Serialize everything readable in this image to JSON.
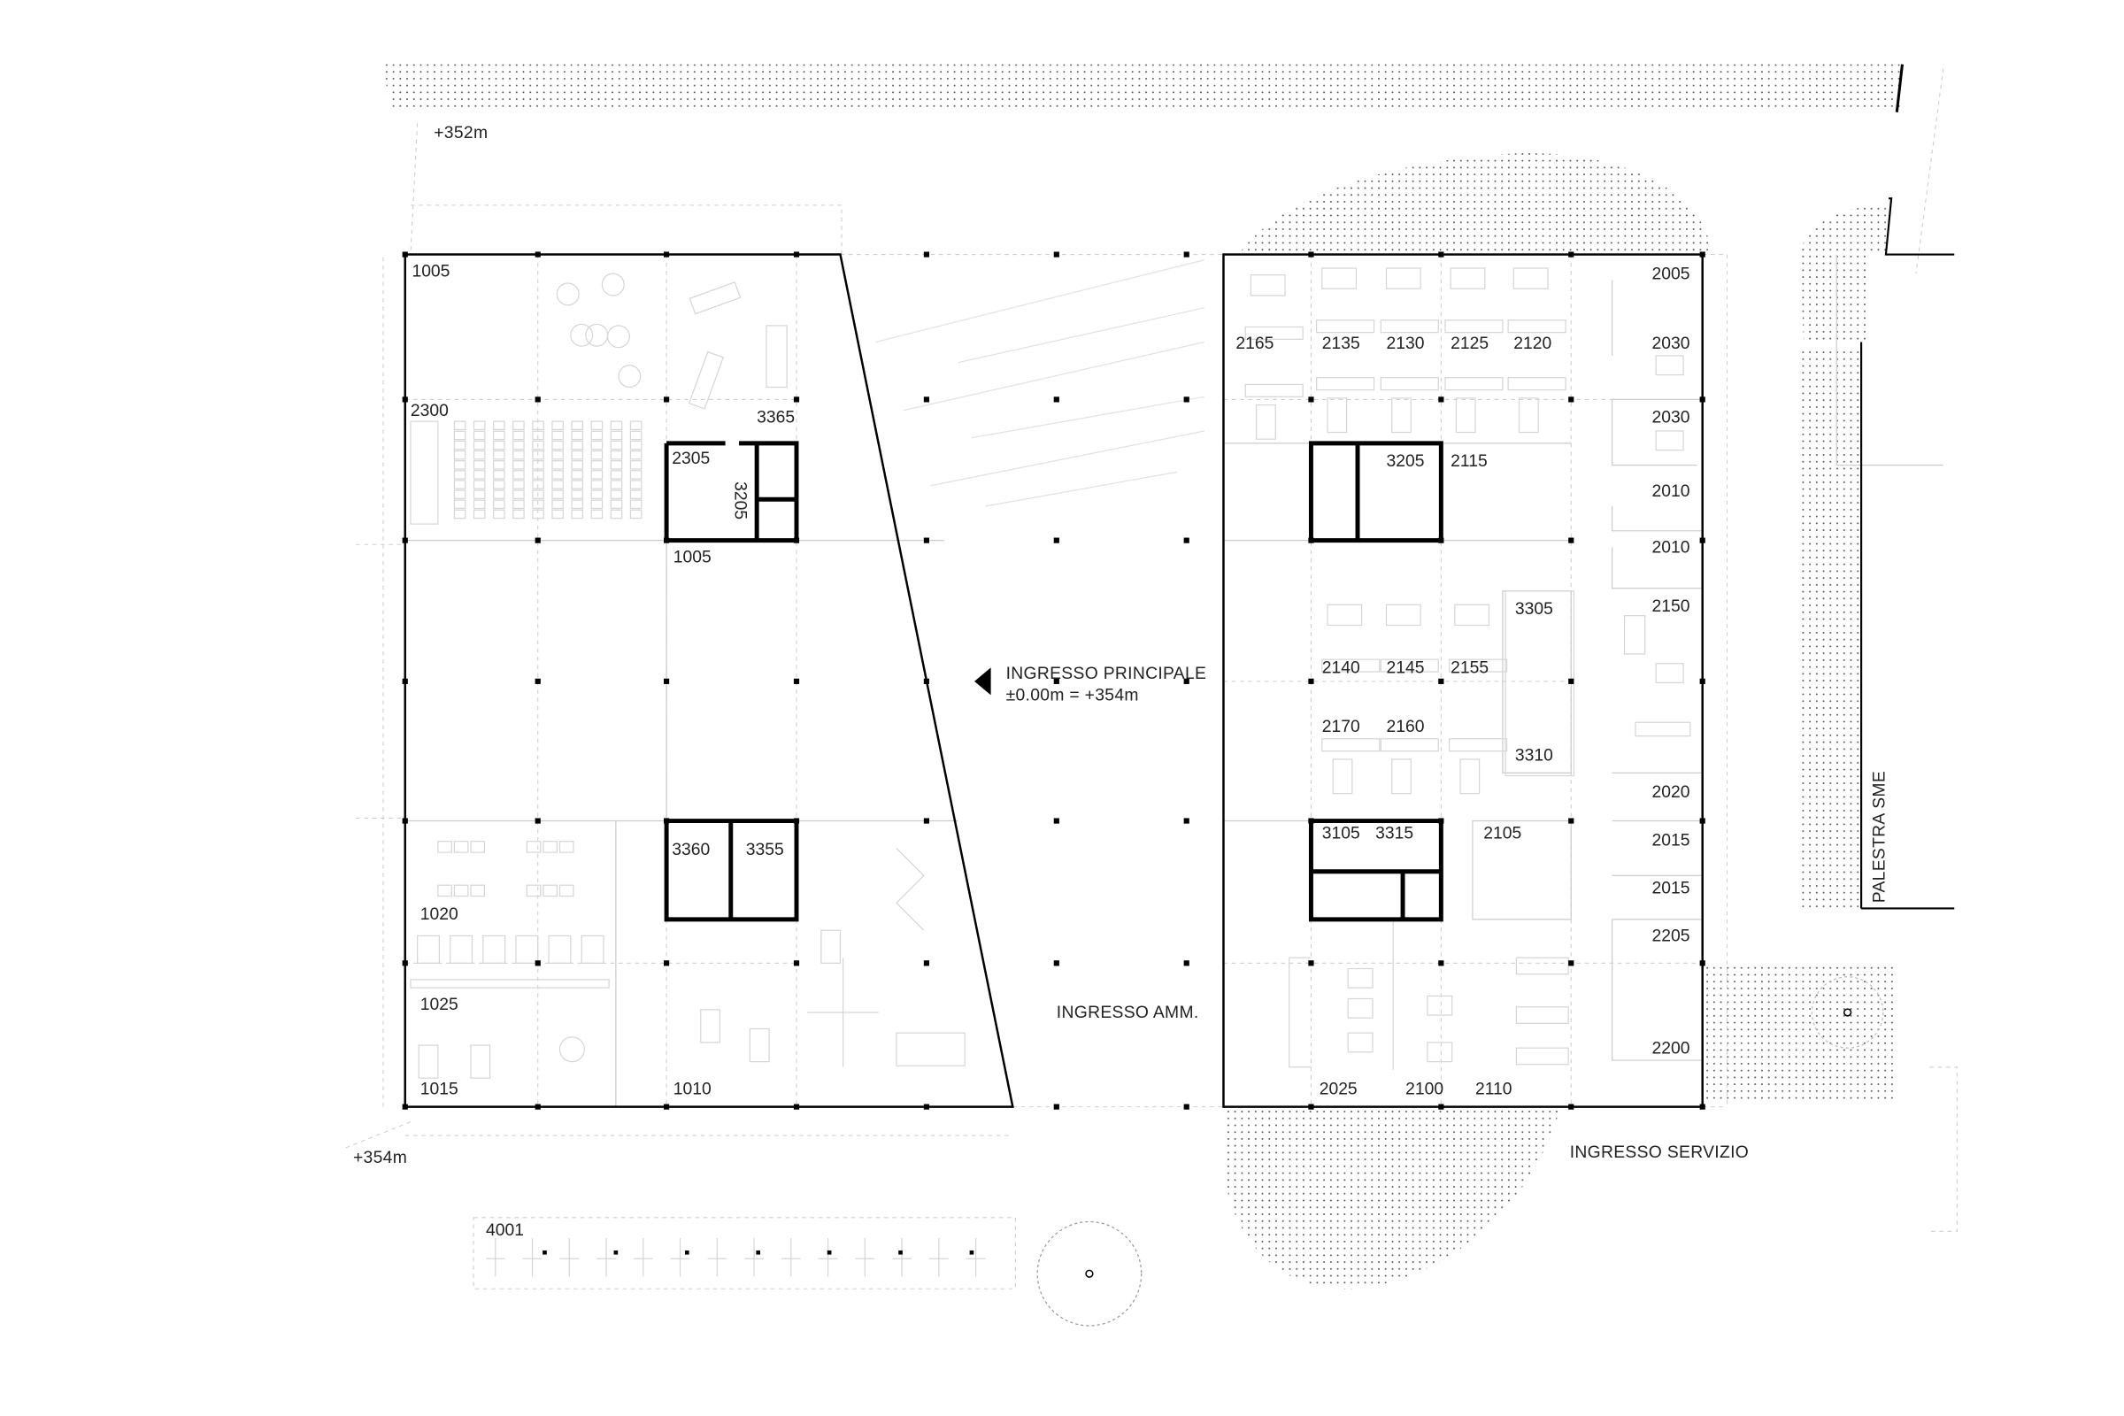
{
  "title": "Floor plan - ground level",
  "annotations": {
    "main_entrance": "INGRESSO PRINCIPALE",
    "main_entrance_level": "±0.00m = +354m",
    "admin_entrance": "INGRESSO AMM.",
    "service_entrance": "INGRESSO SERVIZIO",
    "gym": "PALESTRA SME",
    "level_north": "+352m",
    "level_south": "+354m"
  },
  "left_building_rooms": [
    "1005",
    "2300",
    "3365",
    "2305",
    "3205",
    "1005",
    "3360",
    "3355",
    "1020",
    "1025",
    "1015",
    "1010"
  ],
  "right_building_rooms": [
    "2165",
    "2135",
    "2130",
    "2125",
    "2120",
    "2005",
    "2030",
    "2030",
    "3205",
    "2115",
    "2010",
    "2010",
    "2150",
    "3305",
    "2140",
    "2145",
    "2155",
    "2170",
    "2160",
    "3310",
    "2020",
    "3105",
    "3315",
    "2105",
    "2015",
    "2015",
    "2205",
    "2200",
    "2025",
    "2100",
    "2110"
  ],
  "outdoor_rooms": [
    "4001"
  ],
  "colors": {
    "walls": "#000000",
    "furniture": "#d6d6d6",
    "hatch": "#555555"
  }
}
